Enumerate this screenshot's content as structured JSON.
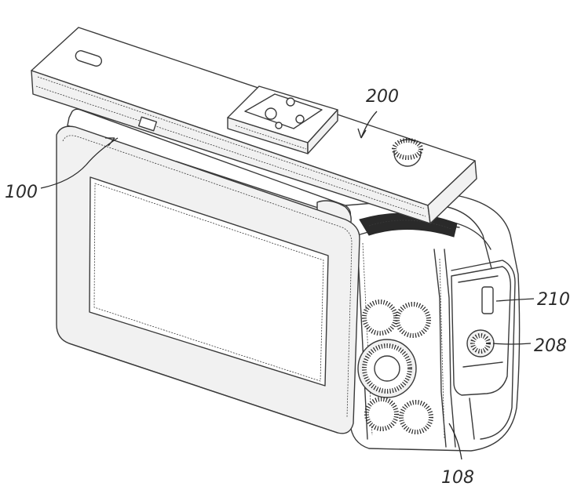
{
  "labels": {
    "ref_100": "100",
    "ref_200": "200",
    "ref_210": "210",
    "ref_208": "208",
    "ref_108": "108"
  }
}
